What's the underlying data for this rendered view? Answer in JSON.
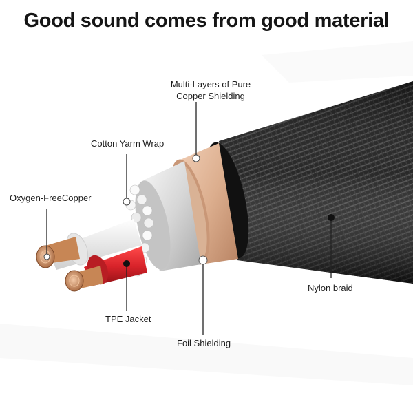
{
  "headline": "Good sound comes from good material",
  "callouts": {
    "copper_shielding": [
      "Multi-Layers of Pure",
      "Copper Shielding"
    ],
    "cotton_wrap": "Cotton Yarm Wrap",
    "oxygen_free_copper": "Oxygen-FreeCopper",
    "tpe_jacket": "TPE Jacket",
    "foil_shielding": "Foil Shielding",
    "nylon_braid": "Nylon braid"
  },
  "colors": {
    "braid": "#1a1a1a",
    "copper_band": "#e2b89b",
    "foil": "#d9d9d9",
    "red_jacket": "#d8232a",
    "copper_wire": "#c98a5a"
  }
}
